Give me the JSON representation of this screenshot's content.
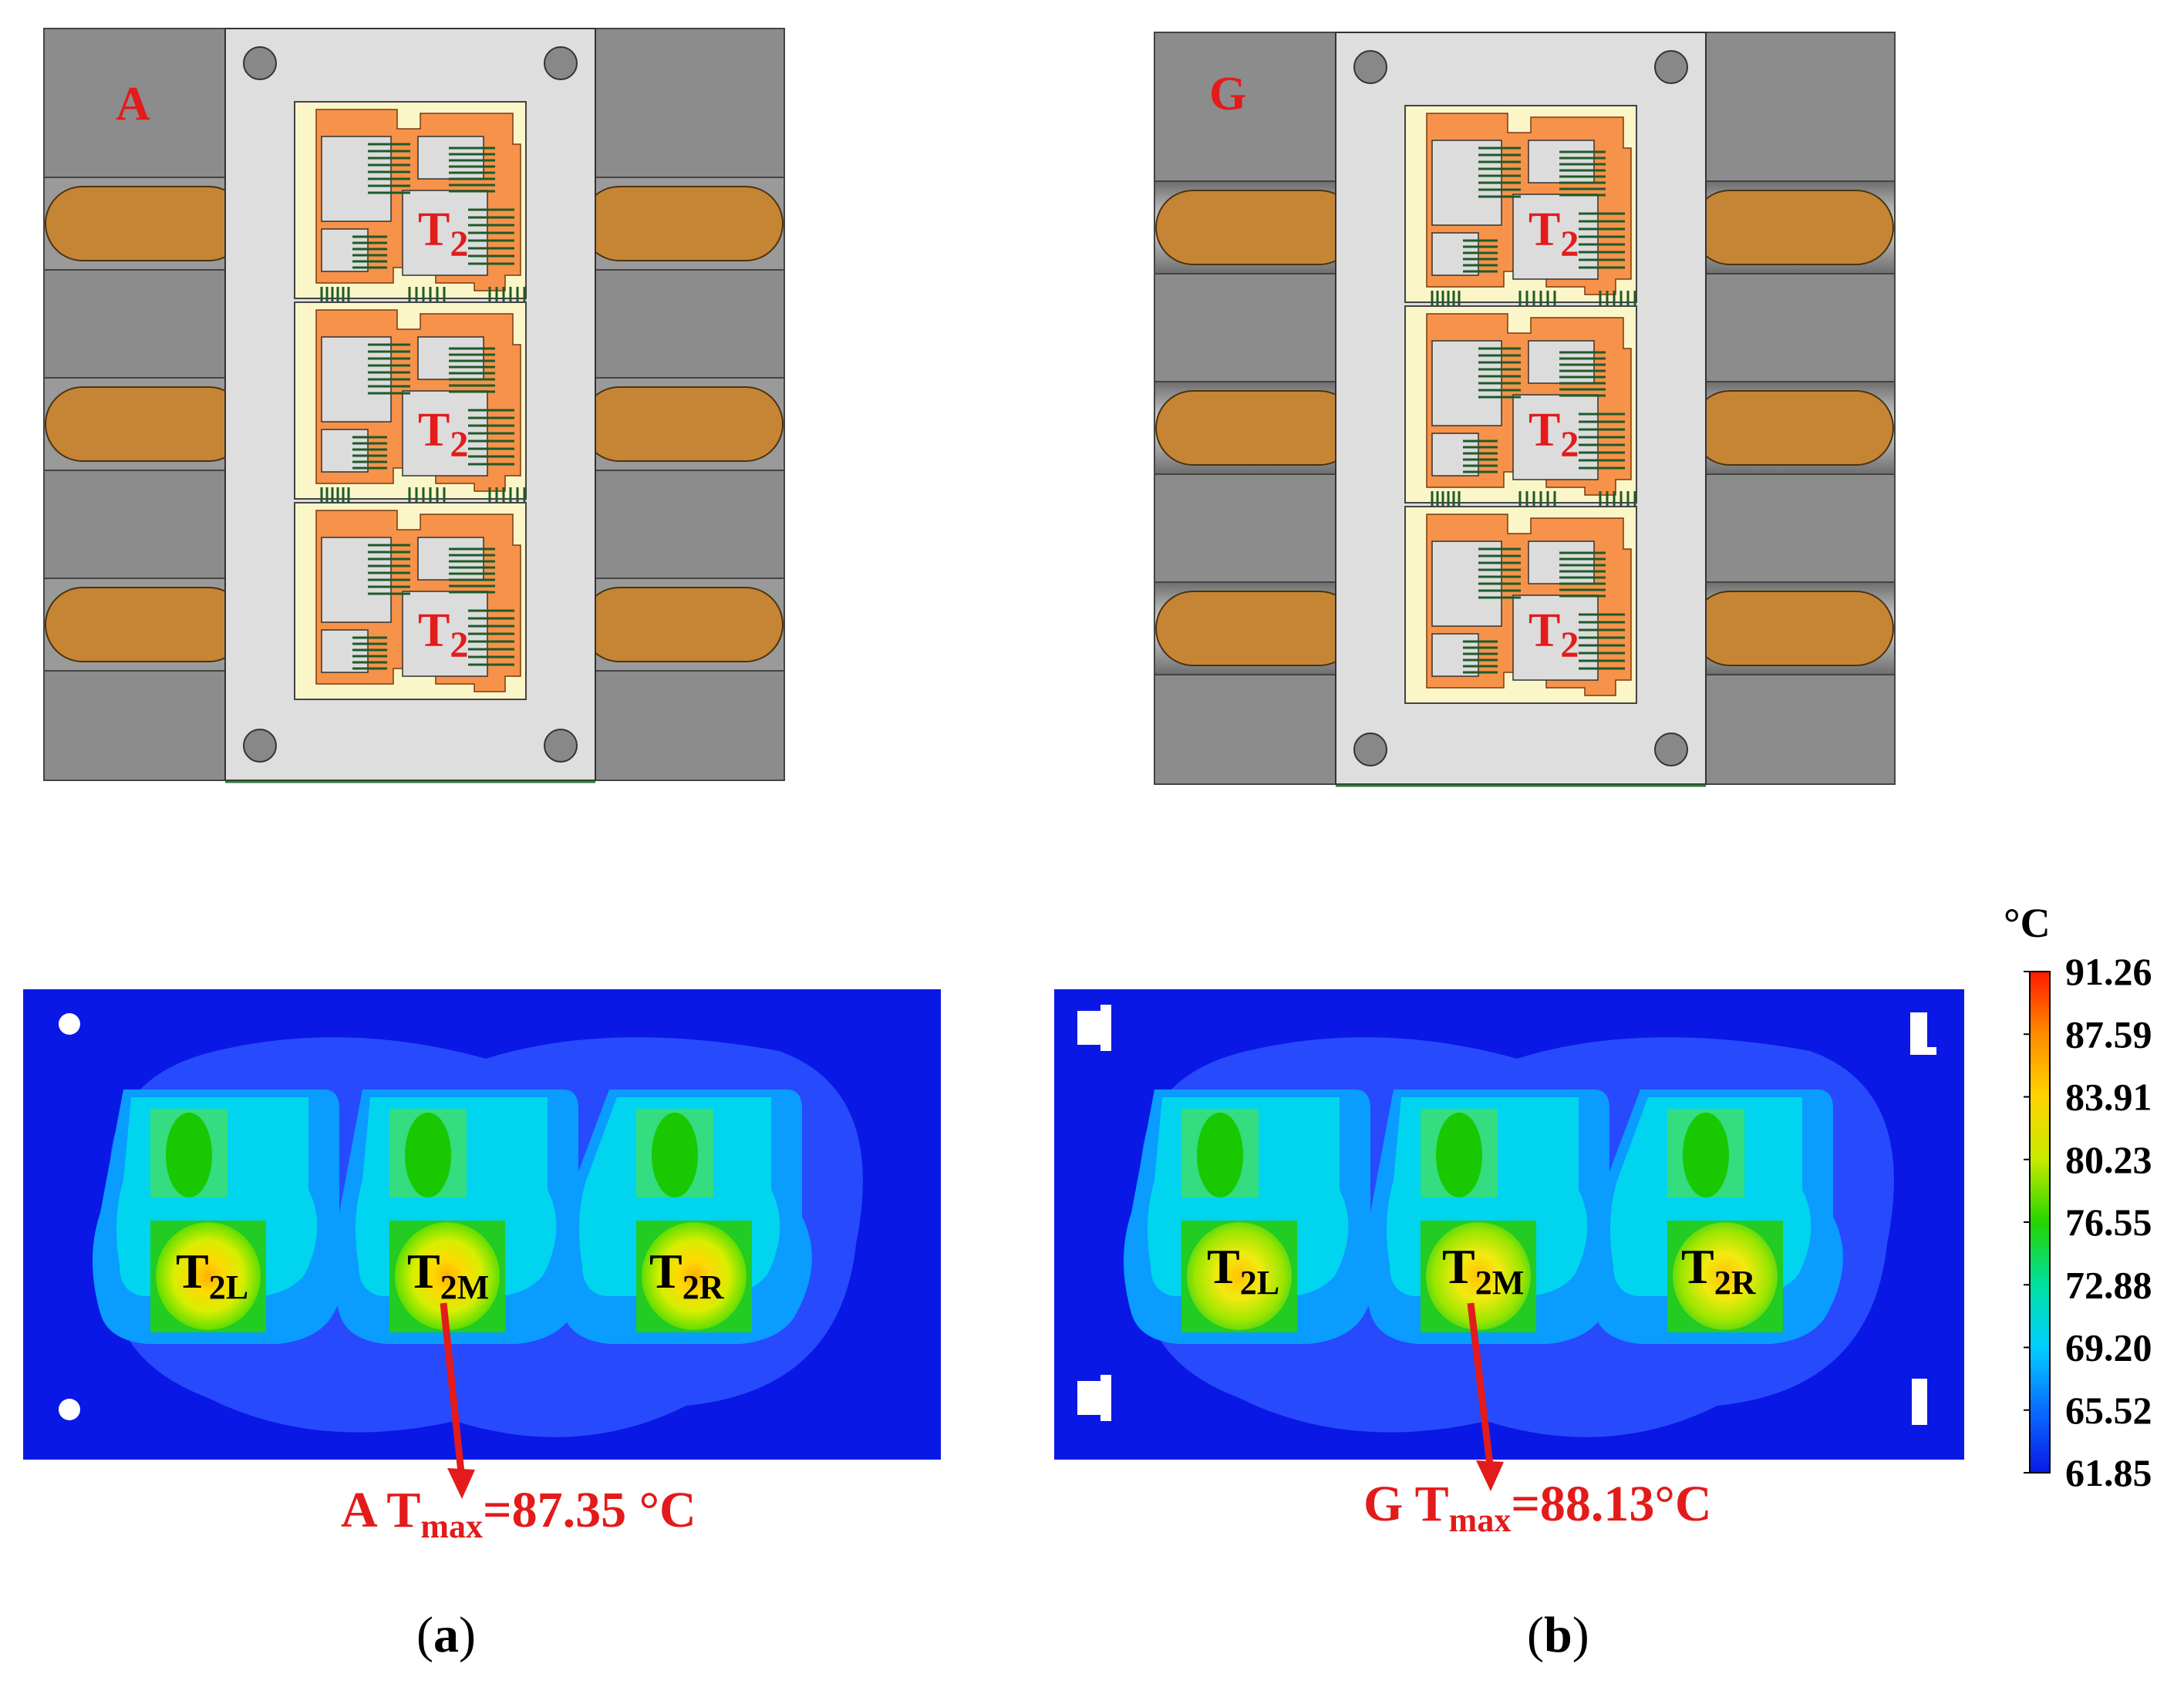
{
  "panel_a": {
    "module_label": "A",
    "chip_labels": [
      "T",
      "T",
      "T"
    ],
    "chip_subscript": "2",
    "hotspots": [
      {
        "base": "T",
        "sub": "2L"
      },
      {
        "base": "T",
        "sub": "2M"
      },
      {
        "base": "T",
        "sub": "2R"
      }
    ],
    "tmax": {
      "prefix": "A  T",
      "sub": "max",
      "value": "=87.35 °C"
    },
    "caption": {
      "open": "(",
      "letter": "a",
      "close": ")"
    }
  },
  "panel_b": {
    "module_label": "G",
    "chip_labels": [
      "T",
      "T",
      "T"
    ],
    "chip_subscript": "2",
    "hotspots": [
      {
        "base": "T",
        "sub": "2L"
      },
      {
        "base": "T",
        "sub": "2M"
      },
      {
        "base": "T",
        "sub": "2R"
      }
    ],
    "tmax": {
      "prefix": "G  T",
      "sub": "max",
      "value": "=88.13°C"
    },
    "caption": {
      "open": "(",
      "letter": "b",
      "close": ")"
    }
  },
  "colorbar": {
    "unit": "°C",
    "ticks": [
      "91.26",
      "87.59",
      "83.91",
      "80.23",
      "76.55",
      "72.88",
      "69.20",
      "65.52",
      "61.85"
    ],
    "colors": [
      "#ff1a00",
      "#ff8c00",
      "#ffd400",
      "#c8ea00",
      "#25d400",
      "#00e0a0",
      "#00cfff",
      "#0a6cff",
      "#0a18e6"
    ]
  },
  "colors": {
    "label_red": "#e31b1b",
    "field_blue": "#0a18e6",
    "copper": "#f6924a",
    "heatpipe": "#c68535"
  }
}
